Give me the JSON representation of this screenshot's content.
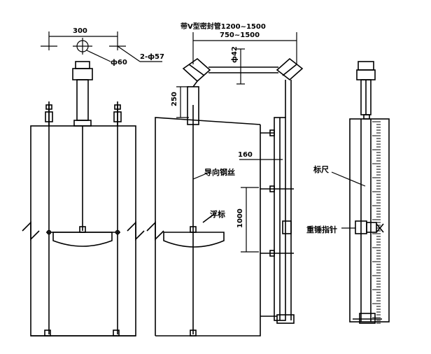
{
  "dimensions": {
    "width_300": "300",
    "hole_60": "ф60",
    "holes_57": "2-ф57",
    "pipe_length": "带V型密封管1200~1500",
    "span": "750~1500",
    "pipe_dia": "ф42",
    "height_250": "250",
    "offset_160": "160",
    "travel_1000": "1000"
  },
  "labels": {
    "guide_wire": "导向钢丝",
    "float": "浮标",
    "scale": "标尺",
    "pointer": "重锤指针"
  }
}
